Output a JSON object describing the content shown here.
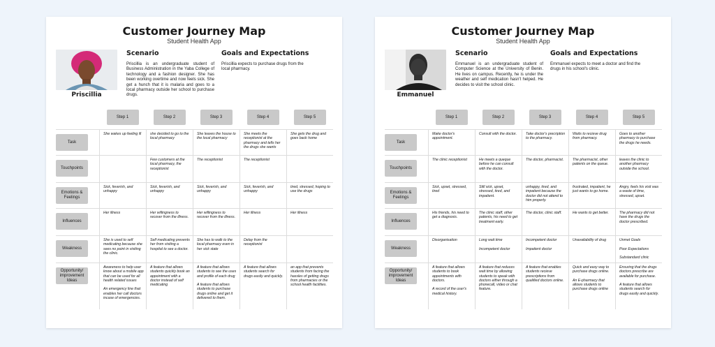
{
  "cards": [
    {
      "title": "Customer Journey Map",
      "subtitle": "Student Health App",
      "person": "Priscillia",
      "scenario_heading": "Scenario",
      "scenario": "Priscillia is an undergraduate student of Business Administration in the Yaba College of technology and a fashion designer. She has been working overtime and now feels sick. She get a hunch that it is malaria and goes to a local pharmacy outside her school to purchase drugs.",
      "goals_heading": "Goals and Expectations",
      "goals": "Priscillia expects to purchase drugs from the local pharmacy.",
      "steps": [
        "Step 1",
        "Step 2",
        "Step 3",
        "Step 4",
        "Step 5"
      ],
      "rows": [
        {
          "label": "Task",
          "cells": [
            "She wakes up feeling ill",
            "she decided to go to the local pharmacy",
            "She leaves the house to the local pharmacy",
            "She meets the receptionist at the pharmacy and tells her the drugs she wants",
            "She gets the drug and goes back home"
          ]
        },
        {
          "label": "Touchpoints",
          "cells": [
            "",
            "Few customers at the local pharmacy, the receptionist",
            "The receptionist",
            "The receptionist",
            ""
          ]
        },
        {
          "label": "Emotions & Feelings",
          "cells": [
            "Sick, feverish, and unhappy",
            "Sick, feverish, and unhappy",
            "Sick, feverish, and unhappy",
            "Sick, feverish, and unhappy",
            "tired, stressed, hoping to use the drugs"
          ]
        },
        {
          "label": "Influences",
          "cells": [
            "Her illness",
            "Her willingness to recover from the illness.",
            "Her willingness to recover from the illness.",
            "Her illness",
            "Her illness"
          ]
        },
        {
          "label": "Weakness",
          "cells": [
            "She is used to self medicating because she sees no point in visiting the clinic.",
            "Self medicating prevents her from visiting a hospital to see a doctor.",
            "She has to walk to the local pharmacy even in her sick state",
            "Delay from the receptionist",
            ""
          ]
        },
        {
          "label": "Opportunity/ improvement Ideas",
          "cells": [
            "Awareness to help user know about a mobile app that can be used for all health related issues\n\nAn emergency line that enables her call doctors incase of emergencies.",
            "A feature that allows students quickly book an appointment with a doctor instead of self medicating",
            "A feature that allows students to see the uses and profile of each drug\n\nA feature that allows students to purchase drugs online and get it delivered to them.",
            "A feature that allows students search for drugs easily and quickly.",
            "an app that prevents students from facing the hassles of getting drugs from pharmacies or the school health facilities."
          ]
        }
      ]
    },
    {
      "title": "Customer Journey Map",
      "subtitle": "Student Health App",
      "person": "Emmanuel",
      "scenario_heading": "Scenario",
      "scenario": "Emmanuel is an undergraduate student of Computer Science at the University of Benin. He lives on campus. Recently, he is under the weather and self medication hasn't helped. He decides to visit the school clinic.",
      "goals_heading": "Goals and Expectations",
      "goals": "Emmanuel expects to meet a doctor and find the drugs in his school's clinic.",
      "steps": [
        "Step 1",
        "Step 2",
        "Step 3",
        "Step 4",
        "Step 5"
      ],
      "rows": [
        {
          "label": "Task",
          "cells": [
            "Make doctor's appointment.",
            "Consult with the doctor.",
            "Take doctor's precription to the pharmacy.",
            "Waits to recieve drug from pharmacy.",
            "Goes to another pharmacy to purchase the drugs he needs."
          ]
        },
        {
          "label": "Touchpoints",
          "cells": [
            "The clinic receptionist",
            "He meets a queque before he can consult with the doctor.",
            "The doctor, pharmacist.",
            "The pharmacist, other patients on the queue.",
            "leaves the clinic to another pharmacy outside the school."
          ]
        },
        {
          "label": "Emotions & Feelings",
          "cells": [
            "Sick, upset, stressed, tired",
            "Still sick, upset, stressed, tired, and impatient.",
            "unhappy, tired, and impatient because the doctor did not attend to him properly.",
            "frustrated, impatient, he just wants to go home.",
            "Angry, feels his visit was a waste of time, stressed, upset."
          ]
        },
        {
          "label": "Influences",
          "cells": [
            "His friends, his need to get a diagnosis.",
            "The clinic staff, other patients, his need to get treatment early.",
            "The doctor, clinic staff.",
            "He wants to get better.",
            "The pharmacy did not have the drugs the doctor prescribed."
          ]
        },
        {
          "label": "Weakness",
          "cells": [
            "Disorganisation",
            "Long wait time\n\nIncompetent doctor",
            "Incompetent doctor\n\nImpatient doctor",
            "Unavailability of drug",
            "Unmet Goals\n\nPoor Expectations\n\nSubstandard clinic"
          ]
        },
        {
          "label": "Opportunity/ improvement Ideas",
          "cells": [
            "A feature that allows students to book appointments with doctors.\n\nA record of the user's medical history.",
            "A feature that reduces wait time by allowing students to speak with doctors either through a phonecall, video or chat feature.",
            "A feature that enables students recieve prescriptions from qualified doctors online.",
            "Quick and easy way to purchase drugs online.\n\nAn E-pharmacy that allows students to purchase drugs online",
            "Ensuring that the drugs doctors prescribe are available for purchase.\n\nA feature that allows students search for drugs easily and quickly."
          ]
        }
      ]
    }
  ]
}
